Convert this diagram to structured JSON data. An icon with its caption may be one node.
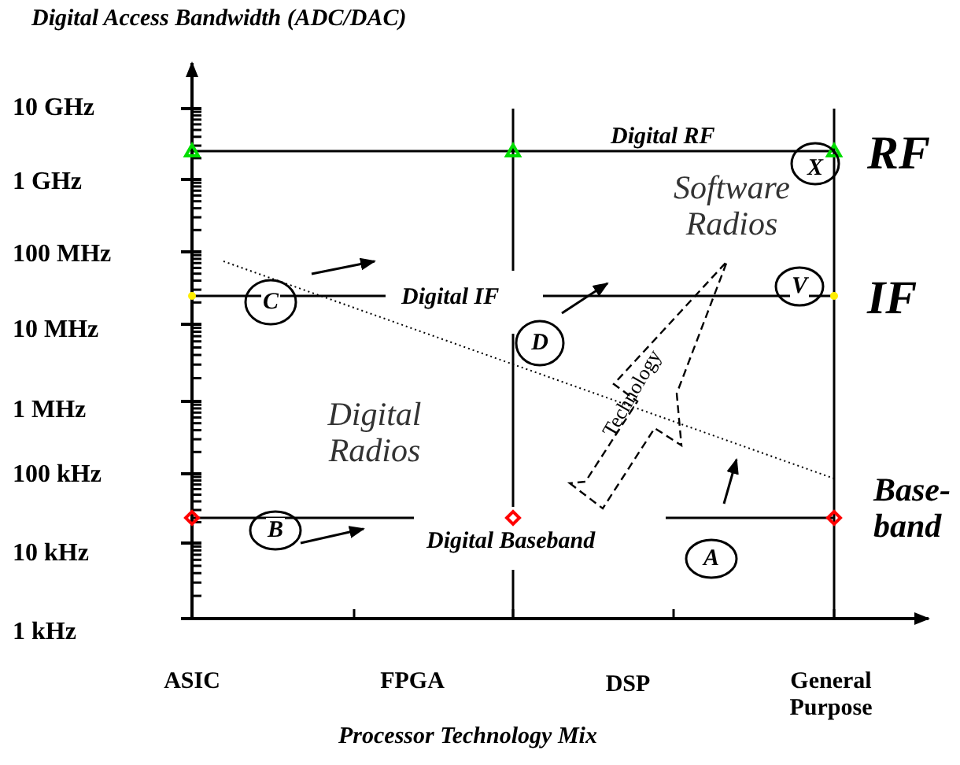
{
  "diagram": {
    "nodes": [
      {
        "text": [
          "X"
        ]
      },
      {
        "text": [
          "V"
        ]
      },
      {
        "text": [
          "C"
        ]
      },
      {
        "text": [
          "D"
        ]
      },
      {
        "text": [
          "B"
        ]
      },
      {
        "text": [
          "A"
        ]
      },
      {
        "text": [
          "Technology"
        ]
      }
    ],
    "labels": [
      "Digital Access Bandwidth (ADC/DAC)",
      "10 GHz",
      "Digital RF",
      "RF",
      "1 GHz",
      "Software Radios",
      "100 MHz",
      "Digital IF",
      "IF",
      "10 MHz",
      "1 MHz",
      "Digital Radios",
      "100 kHz",
      "Base- band",
      "10 kHz",
      "Digital Baseband",
      "1 kHz",
      "ASIC",
      "FPGA",
      "DSP",
      "General Purpose",
      "Processor Technology Mix"
    ]
  }
}
